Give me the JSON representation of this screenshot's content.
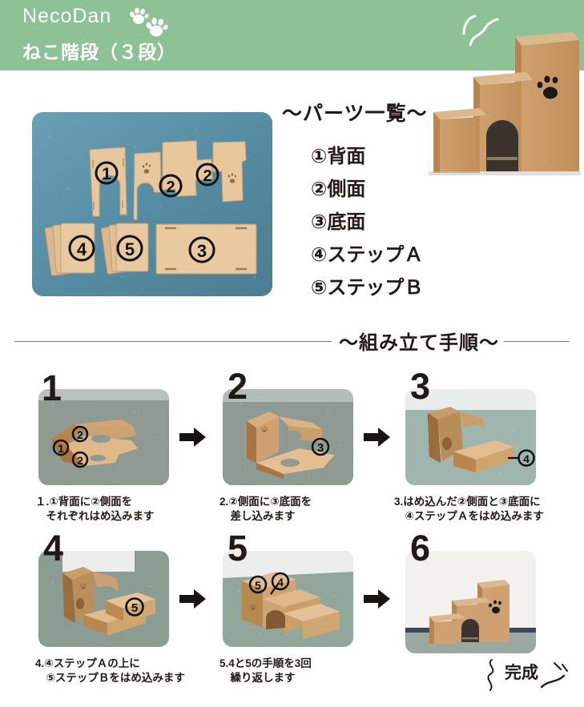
{
  "header": {
    "brand": "NecoDan",
    "subtitle": "ねこ階段（３段）",
    "bg_color": "#8cc296",
    "text_color": "#ffffff",
    "paw_icon_1": "paw-print-icon",
    "paw_icon_2": "paw-print-icon",
    "squiggle_icon": "squiggle-lines-icon"
  },
  "hero": {
    "alt": "完成したねこ階段（３段）の製品写真",
    "paw_cutout": "paw-print-cutout",
    "arch_opening": "arch-opening"
  },
  "parts": {
    "heading": "〜パーツ一覧〜",
    "photo_alt": "パーツ一覧の写真",
    "photo_labels": [
      "①",
      "②",
      "②",
      "③",
      "④",
      "⑤"
    ],
    "items": [
      {
        "num": "①",
        "label": "背面"
      },
      {
        "num": "②",
        "label": "側面"
      },
      {
        "num": "③",
        "label": "底面"
      },
      {
        "num": "④",
        "label": "ステップＡ"
      },
      {
        "num": "⑤",
        "label": "ステップＢ"
      }
    ],
    "item_texts": [
      "①背面",
      "②側面",
      "③底面",
      "④ステップＡ",
      "⑤ステップＢ"
    ]
  },
  "steps_section": {
    "heading": "〜組み立て手順〜",
    "steps": [
      {
        "number": "1",
        "caption": "１.①背面に②側面を\n　それぞれはめ込みます",
        "photo_labels": [
          "①",
          "②",
          "②"
        ],
        "has_arrow": true
      },
      {
        "number": "2",
        "caption": "2.②側面に③底面を\n　差し込みます",
        "photo_labels": [
          "③"
        ],
        "has_arrow": true
      },
      {
        "number": "3",
        "caption": "3.はめ込んだ②側面と③底面に\n　④ステップＡをはめ込みます",
        "photo_labels": [
          "④"
        ],
        "has_arrow": false
      },
      {
        "number": "4",
        "caption": "4.④ステップＡの上に\n　⑤ステップＢをはめ込みます",
        "photo_labels": [
          "⑤"
        ],
        "has_arrow": true
      },
      {
        "number": "5",
        "caption": "5.4と5の手順を3回\n　繰り返します",
        "photo_labels": [
          "⑤",
          "④"
        ],
        "has_arrow": true
      },
      {
        "number": "6",
        "caption": "",
        "photo_labels": [],
        "has_arrow": false
      }
    ]
  },
  "finish": {
    "label": "完成"
  },
  "colors": {
    "header_green": "#8cc296",
    "ink": "#231815",
    "cardboard_light": "#e0b98a",
    "cardboard_mid": "#c99a63",
    "cardboard_dark": "#a8743f",
    "carpet_blue": "#5f93a8",
    "carpet_gray": "#8e9a92",
    "carpet_teal": "#94b8b8"
  }
}
